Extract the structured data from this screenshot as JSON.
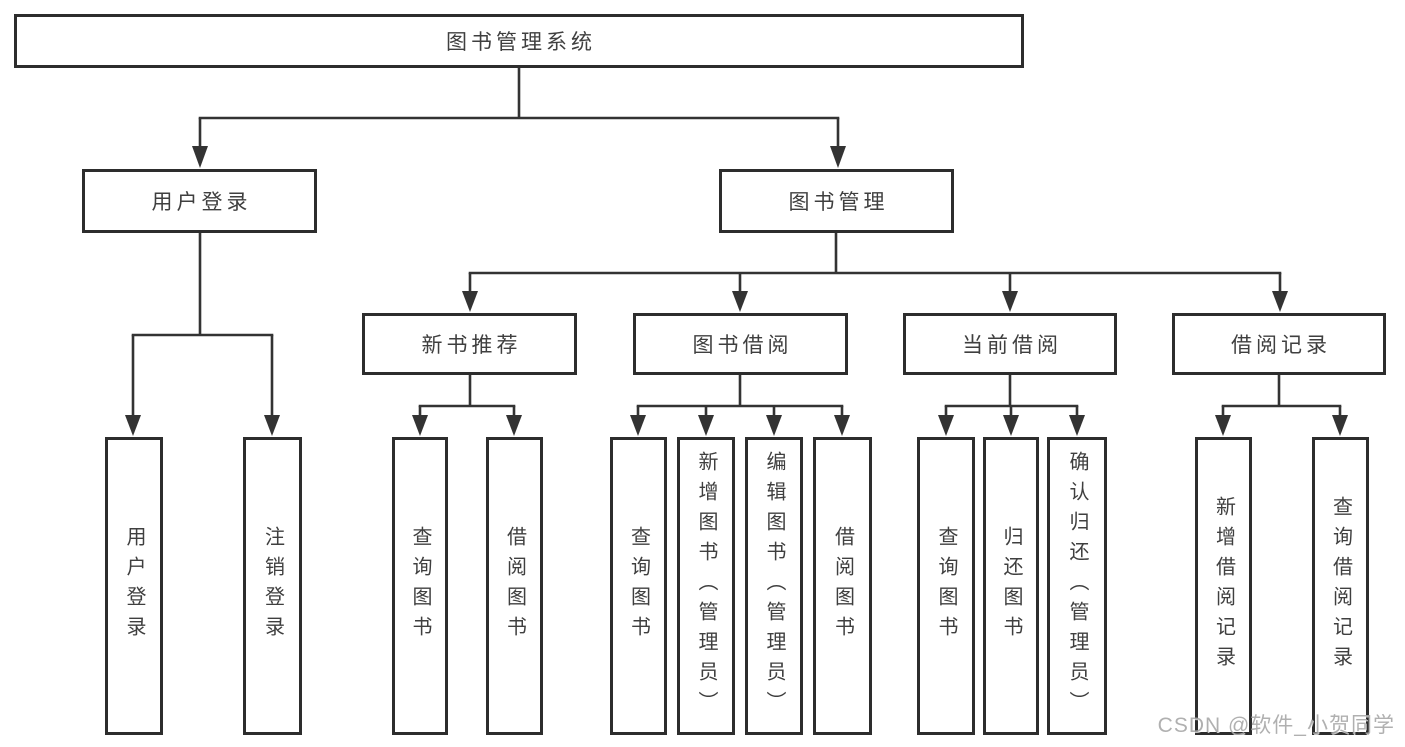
{
  "title": "图书管理系统",
  "watermark": "CSDN @软件_小贺同学",
  "colors": {
    "line": "#333333",
    "box_border": "#2d2d2d",
    "text": "#3f3f3f",
    "background": "#ffffff",
    "watermark": "#a8a8a8"
  },
  "tree": {
    "root": {
      "label": "图书管理系统"
    },
    "user_login": {
      "label": "用户登录",
      "children": [
        {
          "label": "用户登录"
        },
        {
          "label": "注销登录"
        }
      ]
    },
    "book_mgmt": {
      "label": "图书管理",
      "children": {
        "new_books": {
          "label": "新书推荐",
          "children": [
            {
              "label": "查询图书"
            },
            {
              "label": "借阅图书"
            }
          ]
        },
        "borrowing": {
          "label": "图书借阅",
          "children": [
            {
              "label": "查询图书"
            },
            {
              "label": "新增图书（管理员）"
            },
            {
              "label": "编辑图书（管理员）"
            },
            {
              "label": "借阅图书"
            }
          ]
        },
        "current": {
          "label": "当前借阅",
          "children": [
            {
              "label": "查询图书"
            },
            {
              "label": "归还图书"
            },
            {
              "label": "确认归还（管理员）"
            }
          ]
        },
        "records": {
          "label": "借阅记录",
          "children": [
            {
              "label": "新增借阅记录"
            },
            {
              "label": "查询借阅记录"
            }
          ]
        }
      }
    }
  }
}
